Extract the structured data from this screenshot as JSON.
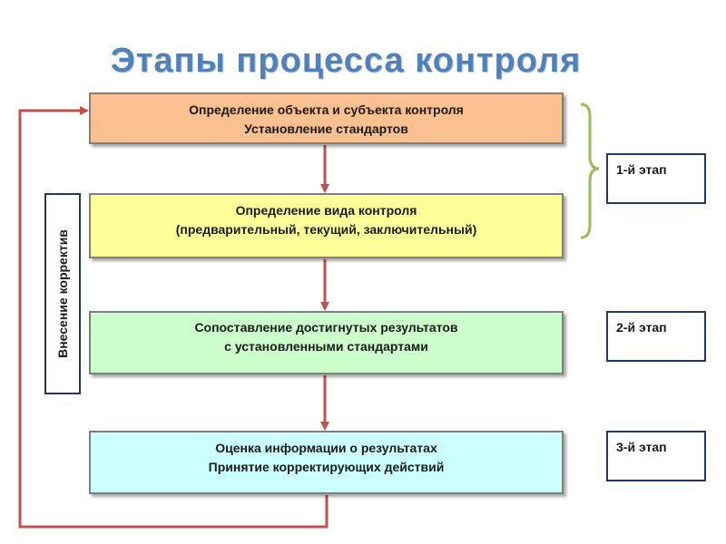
{
  "title": "Этапы процесса контроля",
  "steps": [
    {
      "lines": [
        "Определение объекта и субъекта контроля",
        "Установление стандартов"
      ]
    },
    {
      "lines": [
        "Определение вида контроля",
        "(предварительный, текущий, заключительный)"
      ]
    },
    {
      "lines": [
        "Сопоставление достигнутых результатов",
        "с установленными стандартами"
      ]
    },
    {
      "lines": [
        "Оценка информации о результатах",
        "Принятие корректирующих действий"
      ]
    }
  ],
  "stages": {
    "first": "1-й этап",
    "second": "2-й этап",
    "third": "3-й этап"
  },
  "feedback_label": "Внесение корректив",
  "colors": {
    "title": "#4f81bd",
    "step1_fill": "#fac08f",
    "step2_fill": "#ffff99",
    "step3_fill": "#ccffcc",
    "step4_fill": "#ccffff",
    "arrow": "#c0504d",
    "brace": "#9bbb59",
    "stage_border": "#1f3864"
  }
}
